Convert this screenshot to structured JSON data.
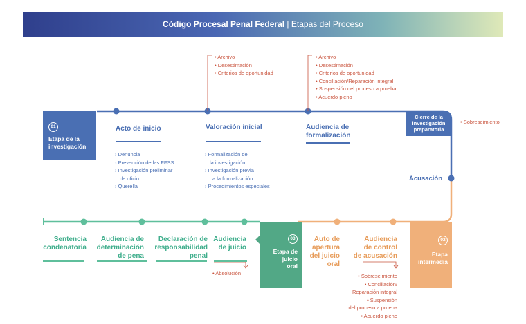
{
  "header": {
    "title_bold": "Código Procesal Penal Federal",
    "separator": " | ",
    "title_rest": "Etapas del Proceso"
  },
  "colors": {
    "blue": "#4a6fb3",
    "teal": "#3fae8c",
    "orange": "#e79c5a",
    "red": "#c9553f"
  },
  "phase1": {
    "number": "01",
    "label": "Etapa de la investigación"
  },
  "phase2": {
    "number": "02",
    "label": "Etapa intermedia"
  },
  "phase3": {
    "number": "03",
    "label": "Etapa de juicio oral"
  },
  "closing": {
    "label": "Cierre de la investigación preparatoria",
    "side_note": "Sobreseimiento"
  },
  "acusacion": "Acusación",
  "acto_inicio": {
    "title": "Acto de inicio",
    "items": [
      "Denuncia",
      "Prevención de las FFSS",
      "Investigación preliminar",
      "de oficio",
      "Querella"
    ]
  },
  "valoracion": {
    "title": "Valoración inicial",
    "items": [
      "Formalización de",
      "la investigación",
      "Investigación previa",
      "a la formalización",
      "Procedimientos especiales"
    ],
    "outcomes": [
      "Archivo",
      "Desestimación",
      "Criterios de oportunidad"
    ]
  },
  "formalizacion": {
    "title1": "Audiencia de",
    "title2": "formalización",
    "outcomes": [
      "Archivo",
      "Desestimación",
      "Criterios de oportunidad",
      "Conciliación/Reparación integral",
      "Suspensión del proceso a prueba",
      "Acuerdo pleno"
    ]
  },
  "control": {
    "title1": "Audiencia",
    "title2": "de control",
    "title3": "de acusación",
    "outcomes": [
      "Sobreseimiento",
      "Conciliación/",
      "Reparación integral",
      "Suspensión",
      "del proceso a prueba",
      "Acuerdo pleno"
    ]
  },
  "apertura": {
    "l1": "Auto de",
    "l2": "apertura",
    "l3": "del juicio",
    "l4": "oral"
  },
  "juicio": {
    "l1": "Audiencia",
    "l2": "de juicio",
    "outcome": "Absolución"
  },
  "declaracion": {
    "l1": "Declaración de",
    "l2": "responsabilidad",
    "l3": "penal"
  },
  "determinacion": {
    "l1": "Audiencia de",
    "l2": "determinación",
    "l3": "de pena"
  },
  "sentencia": {
    "l1": "Sentencia",
    "l2": "condenatoria"
  }
}
